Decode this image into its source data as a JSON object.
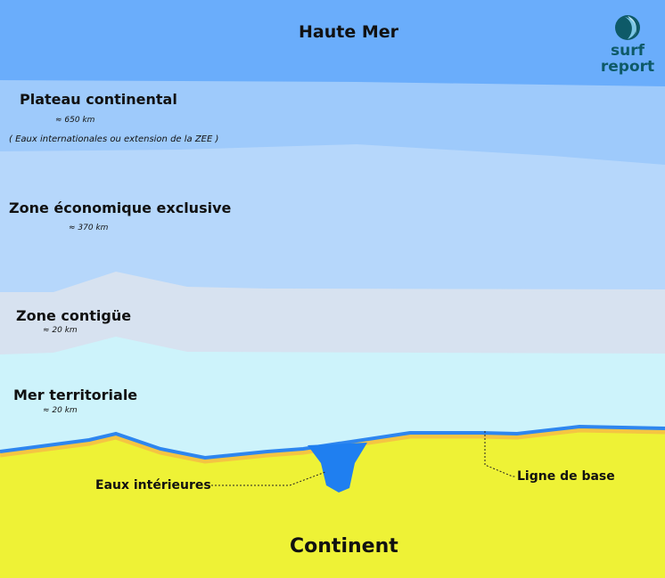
{
  "zones": {
    "haute_mer": {
      "label": "Haute Mer"
    },
    "plateau": {
      "label": "Plateau continental",
      "distance": "≈ 650 km",
      "note": "( Eaux internationales ou extension de la ZEE )"
    },
    "zee": {
      "label": "Zone économique exclusive",
      "distance": "≈ 370 km"
    },
    "contigue": {
      "label": "Zone contigüe",
      "distance": "≈ 20 km"
    },
    "territoriale": {
      "label": "Mer territoriale",
      "distance": "≈ 20 km"
    }
  },
  "annotations": {
    "eaux_interieures": "Eaux intérieures",
    "ligne_de_base": "Ligne de base"
  },
  "continent": "Continent",
  "logo": {
    "line1": "surf",
    "line2": "report"
  },
  "colors": {
    "haute_mer": "#6aadfb",
    "plateau": "#9ecafb",
    "zee": "#b6d7fb",
    "contigue": "#d7e2f0",
    "territoriale": "#cdf3fb",
    "land": "#eef236",
    "coast": "#2e86ef"
  }
}
